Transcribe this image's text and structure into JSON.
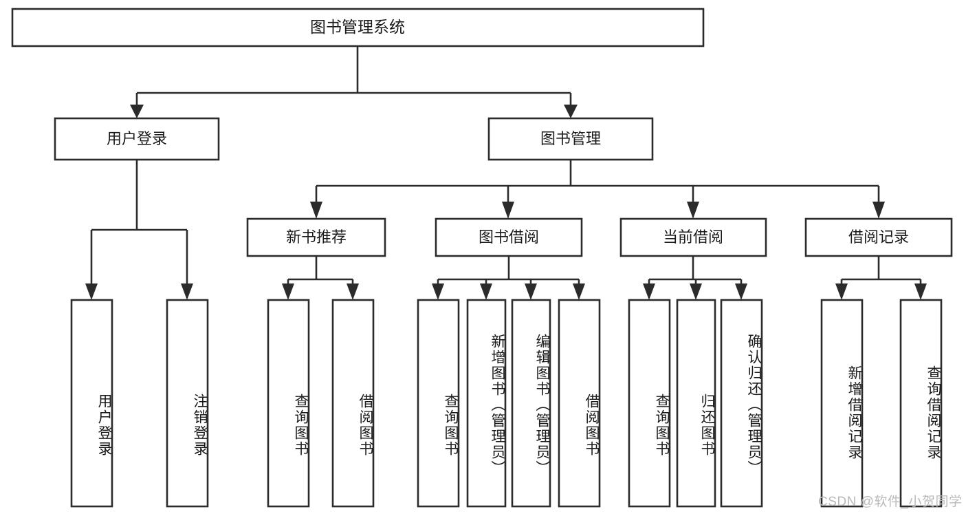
{
  "diagram": {
    "title": "图书管理系统",
    "type": "tree-hierarchy",
    "watermark": "CSDN @软件_小贺同学",
    "colors": {
      "stroke": "#2b2b2b",
      "fill": "#ffffff",
      "text": "#1a1a1a",
      "watermark": "#b9b9b9",
      "background": "#ffffff"
    },
    "root": {
      "label": "图书管理系统"
    },
    "level1": [
      {
        "label": "用户登录"
      },
      {
        "label": "图书管理"
      }
    ],
    "level2": [
      {
        "label": "新书推荐"
      },
      {
        "label": "图书借阅"
      },
      {
        "label": "当前借阅"
      },
      {
        "label": "借阅记录"
      }
    ],
    "leaves": {
      "user_login": [
        {
          "label": "用户登录"
        },
        {
          "label": "注销登录"
        }
      ],
      "new_book_recommend": [
        {
          "label": "查询图书"
        },
        {
          "label": "借阅图书"
        }
      ],
      "book_borrow": [
        {
          "label": "查询图书"
        },
        {
          "label": "新增图书（管理员）"
        },
        {
          "label": "编辑图书（管理员）"
        },
        {
          "label": "借阅图书"
        }
      ],
      "current_borrow": [
        {
          "label": "查询图书"
        },
        {
          "label": "归还图书"
        },
        {
          "label": "确认归还（管理员）"
        }
      ],
      "borrow_record": [
        {
          "label": "新增借阅记录"
        },
        {
          "label": "查询借阅记录"
        }
      ]
    }
  }
}
